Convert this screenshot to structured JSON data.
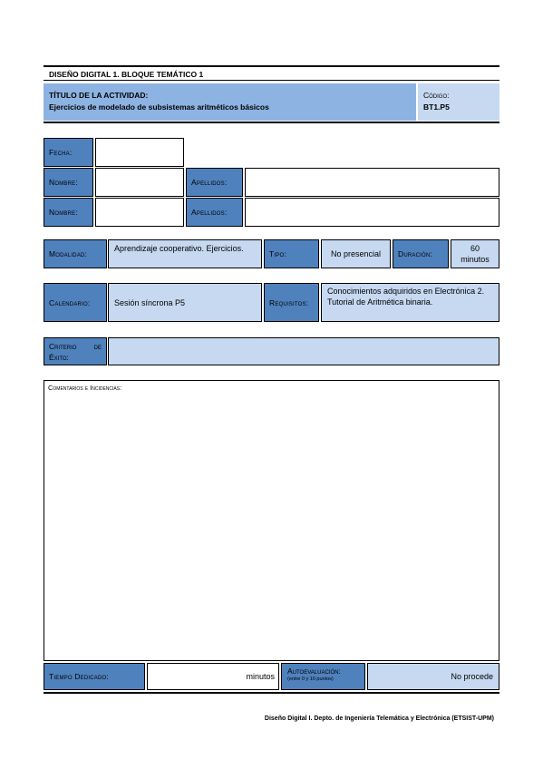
{
  "header": {
    "top_title": "DISEÑO DIGITAL 1. BLOQUE TEMÁTICO 1",
    "activity_label": "TÍTULO DE LA ACTIVIDAD:",
    "activity_title": "Ejercicios de modelado de subsistemas aritméticos básicos",
    "code_label": "Código:",
    "code_value": "BT1.P5"
  },
  "student": {
    "fecha_label": "Fecha:",
    "fecha_value": "",
    "nombre_label": "Nombre:",
    "apellidos_label": "Apellidos:",
    "rows": [
      {
        "nombre": "",
        "apellidos": ""
      },
      {
        "nombre": "",
        "apellidos": ""
      }
    ]
  },
  "activity": {
    "modalidad_label": "Modalidad:",
    "modalidad_value": "Aprendizaje cooperativo. Ejercicios.",
    "tipo_label": "Tipo:",
    "tipo_value": "No presencial",
    "duracion_label": "Duración:",
    "duracion_value": "60 minutos",
    "calendario_label": "Calendario:",
    "calendario_value": "Sesión síncrona P5",
    "requisitos_label": "Requisitos:",
    "requisitos_value": "Conocimientos adquiridos en Electrónica 2. Tutorial de Aritmética binaria.",
    "criterio_label": "Criterio de Éxito:",
    "criterio_value": ""
  },
  "comments": {
    "label": "Comentarios e Incidencias:",
    "value": ""
  },
  "footer_row": {
    "tiempo_label": "Tiempo Dedicado:",
    "tiempo_unit": "minutos",
    "autoeval_label": "Autoevaluación:",
    "autoeval_sub": "(entre 0 y 10 puntos)",
    "autoeval_value": "No procede"
  },
  "page_footer": "Diseño Digital I. Depto. de Ingeniería Telemática y Electrónica (ETSIST-UPM)",
  "colors": {
    "dark_blue": "#4f81bd",
    "light_blue": "#c6d9f1",
    "mid_blue": "#8db3e2"
  }
}
